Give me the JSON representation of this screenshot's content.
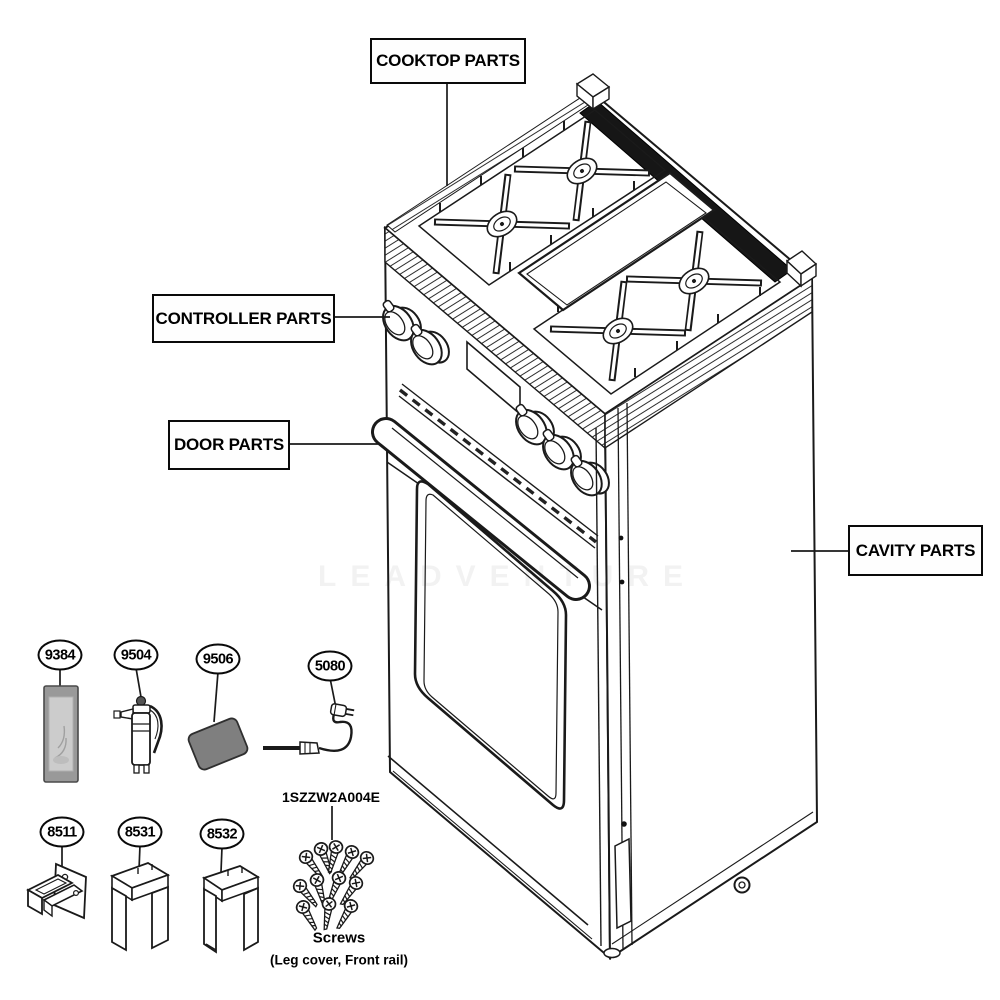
{
  "labels": {
    "cooktop": "COOKTOP PARTS",
    "controller": "CONTROLLER PARTS",
    "door": "DOOR PARTS",
    "cavity": "CAVITY PARTS"
  },
  "callouts": {
    "c9384": "9384",
    "c9504": "9504",
    "c9506": "9506",
    "c5080": "5080",
    "c8511": "8511",
    "c8531": "8531",
    "c8532": "8532"
  },
  "screws": {
    "part_number": "1SZZW2A004E",
    "caption": "Screws",
    "subcaption": "(Leg cover, Front rail)"
  },
  "watermark": "LEADVENTURE",
  "colors": {
    "line": "#1a1a1a",
    "paper": "#ffffff",
    "rail_black": "#161616",
    "pouch_gray": "#999999",
    "pouch_inner": "#cccccc",
    "pad_gray": "#7f7f7f"
  }
}
